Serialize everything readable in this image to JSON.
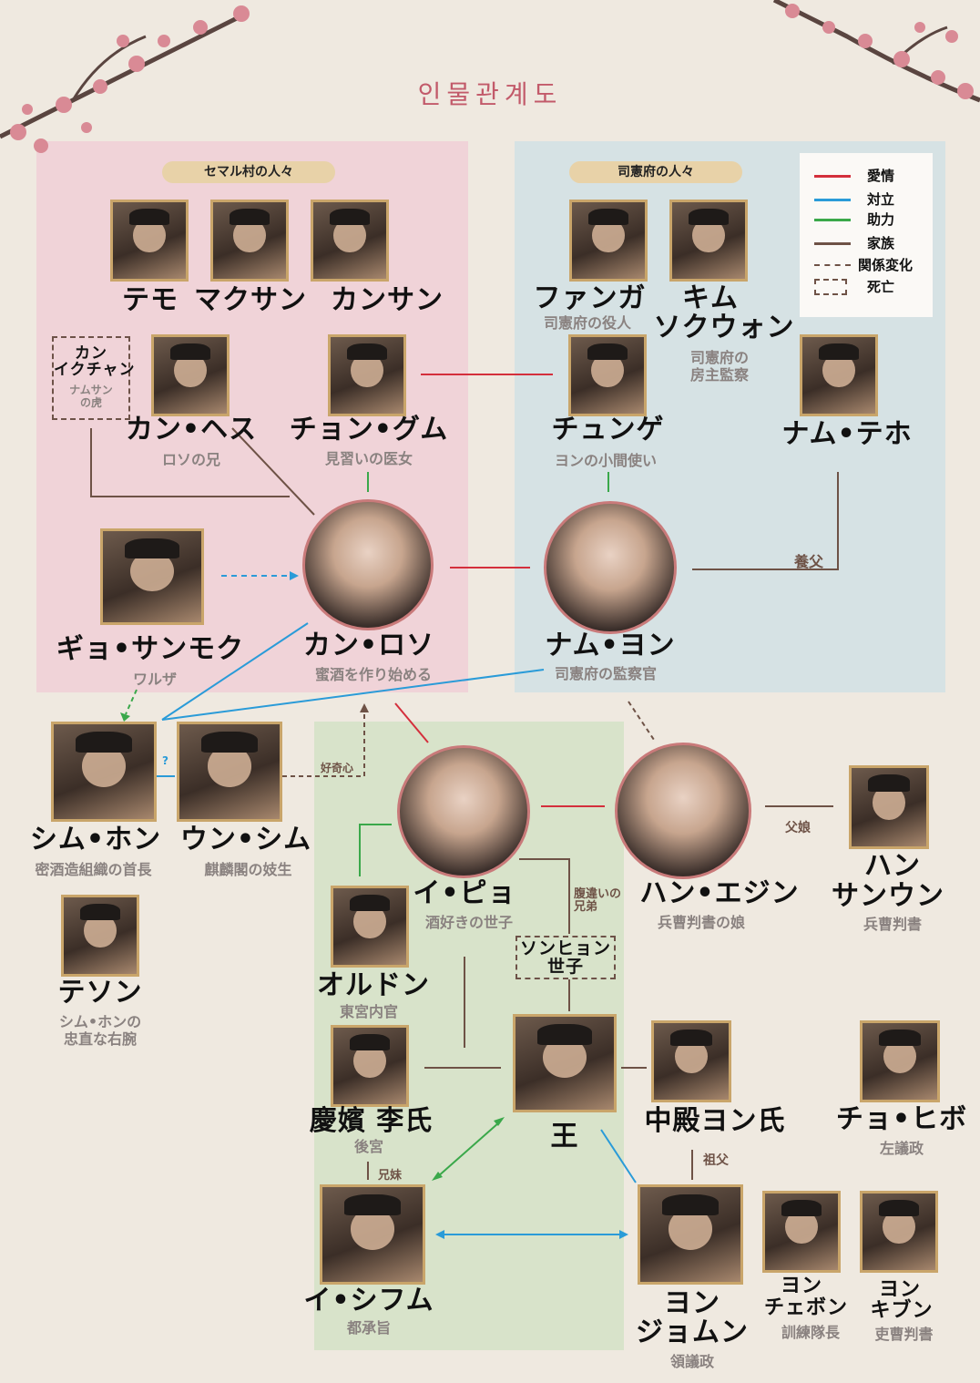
{
  "title": "인물관계도",
  "colors": {
    "love": "#d42f3c",
    "conflict": "#2a9bd8",
    "help": "#3aa84a",
    "family": "#6e5246"
  },
  "groups": {
    "semaru": "セマル村の人々",
    "saheonbu": "司憲府の人々"
  },
  "legend": [
    {
      "label": "愛情",
      "style": "love"
    },
    {
      "label": "対立",
      "style": "conflict"
    },
    {
      "label": "助力",
      "style": "help"
    },
    {
      "label": "家族",
      "style": "family"
    },
    {
      "label": "関係変化",
      "style": "change"
    },
    {
      "label": "死亡",
      "style": "dead"
    }
  ],
  "people": {
    "temo": {
      "name": "テモ"
    },
    "maksan": {
      "name": "マクサン"
    },
    "kansan": {
      "name": "カンサン"
    },
    "kanikuchan": {
      "name1": "カン",
      "name2": "イクチャン",
      "role1": "ナムサン",
      "role2": "の虎"
    },
    "kanhesu": {
      "name": "カン•ヘス",
      "role": "ロソの兄"
    },
    "chongum": {
      "name": "チョン•グム",
      "role": "見習いの医女"
    },
    "gyosanmoku": {
      "name": "ギョ•サンモク",
      "role": "ワルザ"
    },
    "kanroso": {
      "name": "カン•ロソ",
      "role": "蜜酒を作り始める"
    },
    "fanga": {
      "name": "ファンガ",
      "role": "司憲府の役人"
    },
    "kimsokuwon": {
      "name1": "キム",
      "name2": "ソクウォン",
      "role1": "司憲府の",
      "role2": "房主監察"
    },
    "chunge": {
      "name": "チュンゲ",
      "role": "ヨンの小間使い"
    },
    "namteho": {
      "name": "ナム•テホ"
    },
    "namyon": {
      "name": "ナム•ヨン",
      "role": "司憲府の監察官"
    },
    "simhon": {
      "name": "シム•ホン",
      "role": "密酒造組織の首長"
    },
    "unsimu": {
      "name": "ウン•シム",
      "role": "麒麟閣の妓生"
    },
    "teson": {
      "name": "テソン",
      "role1": "シム•ホンの",
      "role2": "忠直な右腕"
    },
    "ipyo": {
      "name": "イ•ピョ",
      "role": "酒好きの世子"
    },
    "hanejin": {
      "name": "ハン•エジン",
      "role": "兵曹判書の娘"
    },
    "hansanun": {
      "name1": "ハン",
      "name2": "サンウン",
      "role": "兵曹判書"
    },
    "oruton": {
      "name": "オルドン",
      "role": "東宮内官"
    },
    "sonhyon": {
      "name1": "ソンヒョン",
      "name2": "世子"
    },
    "king": {
      "name": "王"
    },
    "gyonbin": {
      "name": "慶嬪 李氏",
      "role": "後宮"
    },
    "queen": {
      "name": "中殿ヨン氏"
    },
    "chohibo": {
      "name": "チョ•ヒボ",
      "role": "左議政"
    },
    "isifumu": {
      "name": "イ•シフム",
      "role": "都承旨"
    },
    "yonjomun": {
      "name1": "ヨン",
      "name2": "ジョムン",
      "role": "領議政"
    },
    "yonchebon": {
      "name1": "ヨン",
      "name2": "チェボン",
      "role": "訓練隊長"
    },
    "yonkibun": {
      "name1": "ヨン",
      "name2": "キブン",
      "role": "吏曹判書"
    }
  },
  "relations": {
    "yoseifu": "養父",
    "kokishin": "好奇心",
    "question": "?",
    "fujo": "父娘",
    "haraigai": "腹違いの兄弟",
    "kyomai": "兄妹",
    "sofu": "祖父"
  }
}
